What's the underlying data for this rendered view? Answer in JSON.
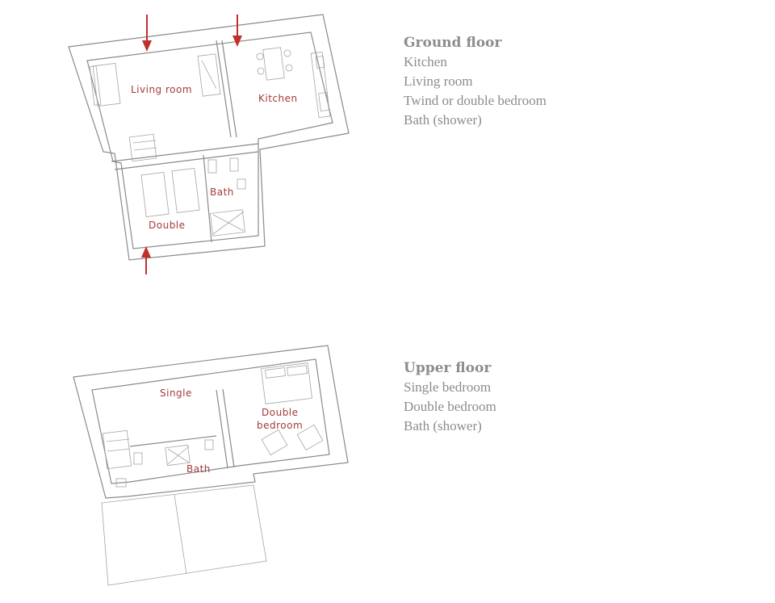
{
  "ground": {
    "heading": "Ground floor",
    "items": [
      "Kitchen",
      "Living room",
      "Twind or double bedroom",
      "Bath (shower)"
    ],
    "labels": {
      "living": "Living room",
      "kitchen": "Kitchen",
      "bath": "Bath",
      "double": "Double"
    }
  },
  "upper": {
    "heading": "Upper floor",
    "items": [
      "Single bedroom",
      "Double bedroom",
      "Bath (shower)"
    ],
    "labels": {
      "single": "Single",
      "double_line1": "Double",
      "double_line2": "bedroom",
      "bath": "Bath"
    }
  },
  "colors": {
    "accent": "#c0302b",
    "label": "#a33b3b",
    "text": "#8c8c8c",
    "wall": "#8a8a8a"
  }
}
